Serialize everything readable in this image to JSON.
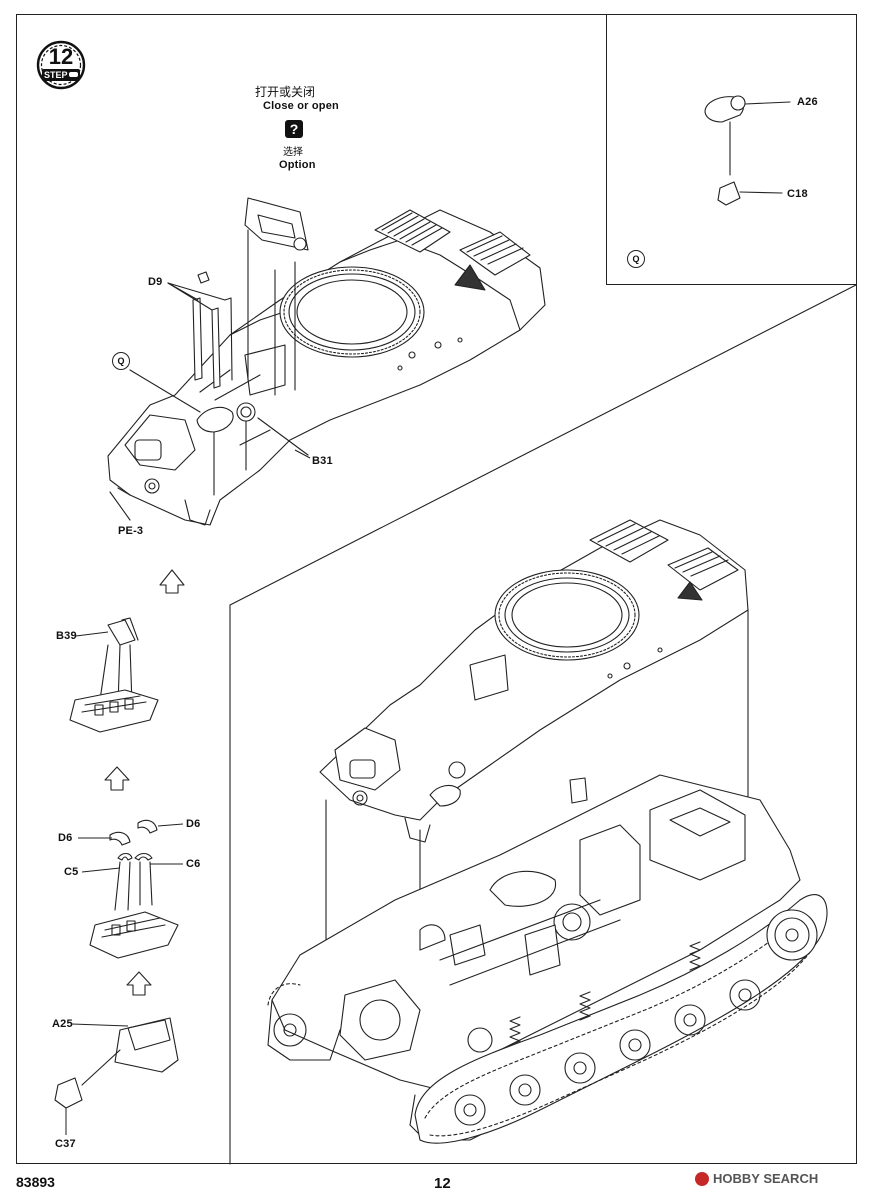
{
  "step": {
    "number": "12",
    "label": "STEP"
  },
  "notes": {
    "close_open_cn": "打开或关闭",
    "close_open_en": "Close or open",
    "option_icon": "?",
    "option_cn": "选择",
    "option_en": "Option"
  },
  "parts": {
    "d9": "D9",
    "q_marker": "Q",
    "pe3": "PE-3",
    "b31": "B31",
    "b39": "B39",
    "d6_left": "D6",
    "d6_right": "D6",
    "c5": "C5",
    "c6": "C6",
    "a25": "A25",
    "c37": "C37"
  },
  "inset": {
    "a26": "A26",
    "c18": "C18",
    "marker": "Q"
  },
  "footer": {
    "kit_number": "83893",
    "page_number": "12",
    "watermark": "HOBBY SEARCH"
  }
}
